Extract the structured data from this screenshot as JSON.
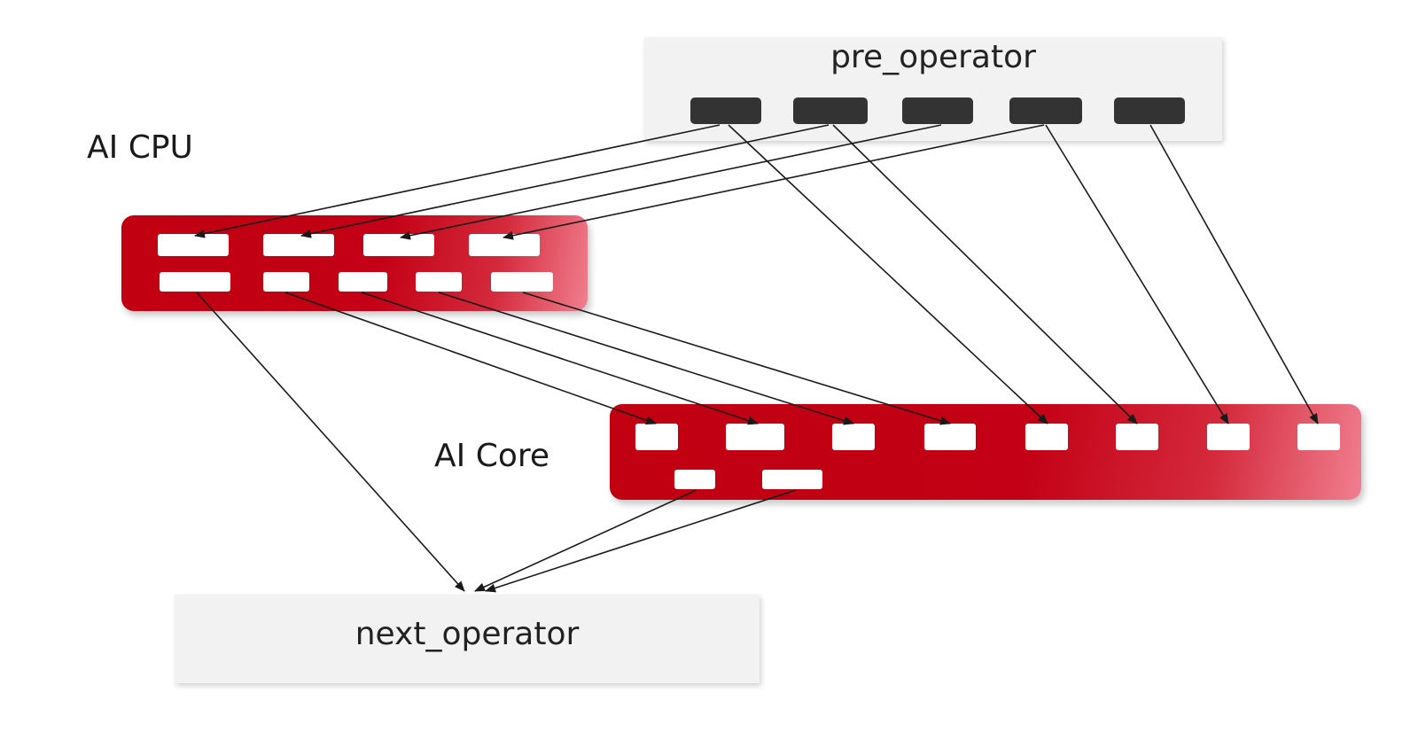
{
  "nodes": {
    "pre_operator": {
      "label": "pre_operator"
    },
    "next_operator": {
      "label": "next_operator"
    },
    "ai_cpu": {
      "label": "AI CPU"
    },
    "ai_core": {
      "label": "AI Core"
    }
  },
  "colors": {
    "processor_red": "#c10012",
    "operator_gray": "#f2f2f2",
    "dark_port": "#333333",
    "edge": "#1a1a1a"
  }
}
